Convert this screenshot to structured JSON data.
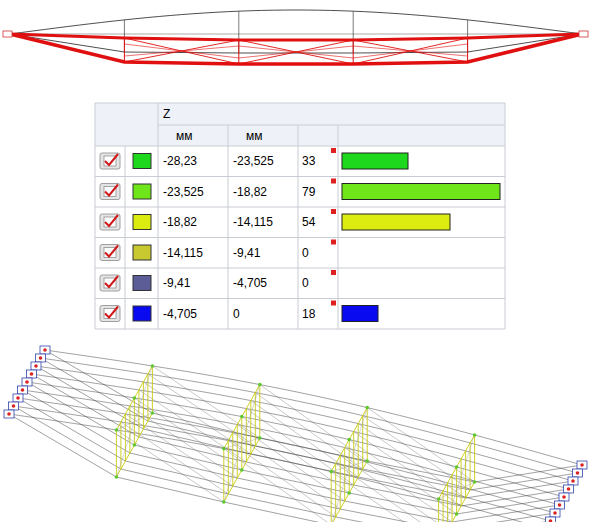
{
  "diagram": {
    "labels": [
      "Z",
      "мм",
      "мм",
      "-28,23",
      "-23,525",
      "33",
      "-23,525",
      "-18,82",
      "79",
      "-18,82",
      "-14,115",
      "54",
      "-14,115",
      "-9,41",
      "0",
      "-9,41",
      "-4,705",
      "0",
      "-4,705",
      "0",
      "18"
    ]
  }
}
